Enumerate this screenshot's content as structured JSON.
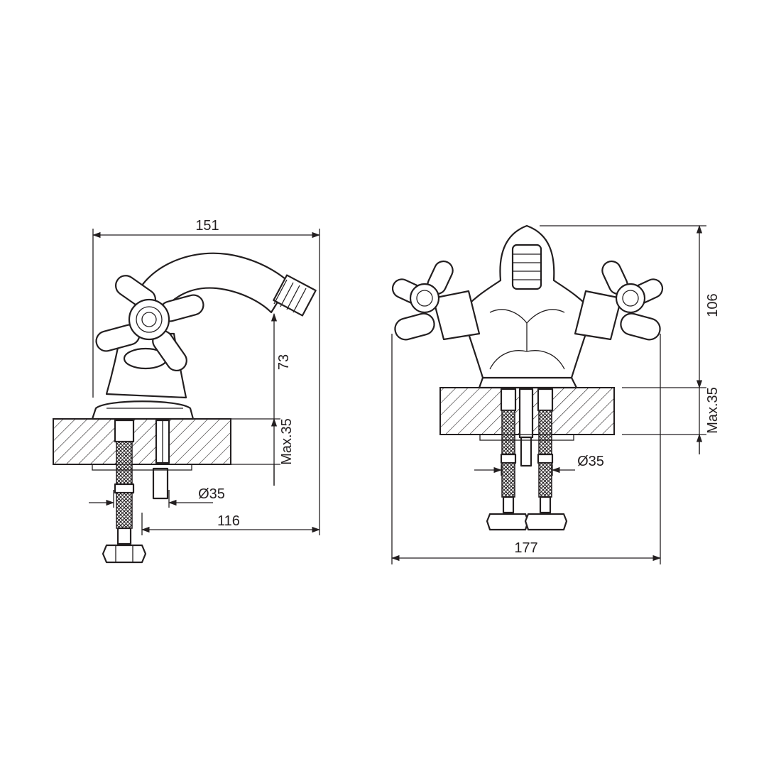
{
  "side_view": {
    "overall_width": "151",
    "spout_height": "73",
    "max_deck": "Max.35",
    "hole_diameter": "Ø35",
    "reach": "116"
  },
  "front_view": {
    "total_height": "106",
    "max_deck": "Max.35",
    "hole_diameter": "Ø35",
    "overall_width": "177"
  },
  "colors": {
    "line": "#231f20",
    "background": "#ffffff"
  }
}
